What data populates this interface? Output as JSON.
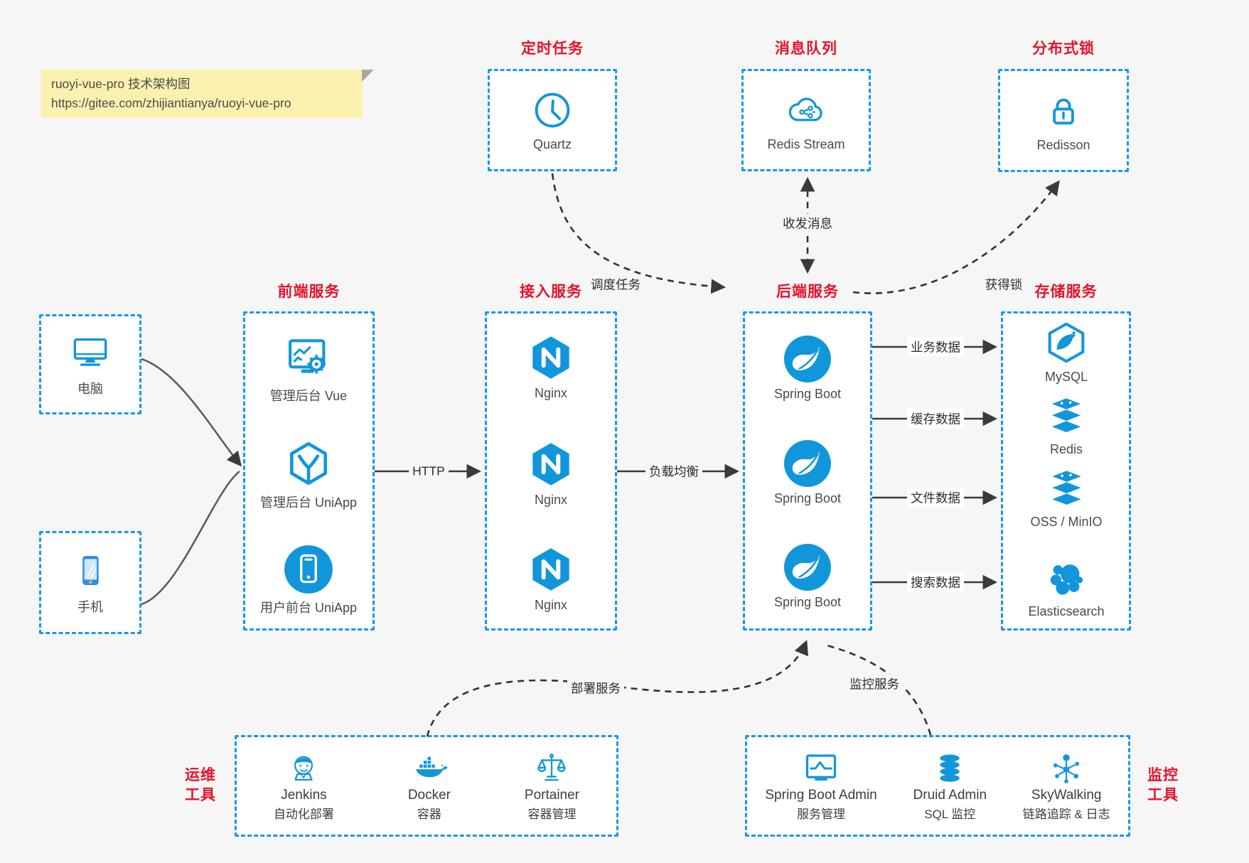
{
  "note": {
    "line1": "ruoyi-vue-pro 技术架构图",
    "line2": "https://gitee.com/zhijiantianya/ruoyi-vue-pro"
  },
  "top_services": [
    {
      "title": "定时任务",
      "icon": "clock-icon",
      "label": "Quartz"
    },
    {
      "title": "消息队列",
      "icon": "cloud-stream-icon",
      "label": "Redis Stream"
    },
    {
      "title": "分布式锁",
      "icon": "lock-icon",
      "label": "Redisson"
    }
  ],
  "clients": [
    {
      "icon": "desktop-icon",
      "label": "电脑"
    },
    {
      "icon": "smartphone-icon",
      "label": "手机"
    }
  ],
  "columns": [
    {
      "title": "前端服务",
      "items": [
        {
          "icon": "admin-vue-icon",
          "label": "管理后台 Vue"
        },
        {
          "icon": "uniapp-cube-icon",
          "label": "管理后台 UniApp"
        },
        {
          "icon": "uniapp-user-icon",
          "label": "用户前台 UniApp"
        }
      ]
    },
    {
      "title": "接入服务",
      "items": [
        {
          "icon": "nginx-icon",
          "label": "Nginx"
        },
        {
          "icon": "nginx-icon",
          "label": "Nginx"
        },
        {
          "icon": "nginx-icon",
          "label": "Nginx"
        }
      ]
    },
    {
      "title": "后端服务",
      "items": [
        {
          "icon": "spring-boot-icon",
          "label": "Spring Boot"
        },
        {
          "icon": "spring-boot-icon",
          "label": "Spring Boot"
        },
        {
          "icon": "spring-boot-icon",
          "label": "Spring Boot"
        }
      ]
    },
    {
      "title": "存储服务",
      "items": [
        {
          "icon": "mysql-icon",
          "label": "MySQL"
        },
        {
          "icon": "redis-stack-icon",
          "label": "Redis"
        },
        {
          "icon": "storage-stack-icon",
          "label": "OSS / MinIO"
        },
        {
          "icon": "elasticsearch-icon",
          "label": "Elasticsearch"
        }
      ]
    }
  ],
  "edges": {
    "http": "HTTP",
    "load_balance": "负载均衡",
    "business": "业务数据",
    "cache": "缓存数据",
    "file": "文件数据",
    "search": "搜索数据",
    "schedule": "调度任务",
    "message": "收发消息",
    "lock": "获得锁",
    "deploy": "部署服务",
    "monitor": "监控服务"
  },
  "tool_groups": [
    {
      "title_line1": "运维",
      "title_line2": "工具",
      "items": [
        {
          "icon": "jenkins-icon",
          "name": "Jenkins",
          "desc": "自动化部署"
        },
        {
          "icon": "docker-icon",
          "name": "Docker",
          "desc": "容器"
        },
        {
          "icon": "portainer-icon",
          "name": "Portainer",
          "desc": "容器管理"
        }
      ]
    },
    {
      "title_line1": "监控",
      "title_line2": "工具",
      "items": [
        {
          "icon": "spring-boot-admin-icon",
          "name": "Spring Boot Admin",
          "desc": "服务管理"
        },
        {
          "icon": "druid-db-icon",
          "name": "Druid Admin",
          "desc": "SQL 监控"
        },
        {
          "icon": "skywalking-icon",
          "name": "SkyWalking",
          "desc": "链路追踪 & 日志"
        }
      ]
    }
  ],
  "colors": {
    "accent_blue": "#1296db",
    "dashed_border_blue": "#1698e9",
    "title_red": "#e8112a",
    "arrow_dark": "#3a3a3a",
    "note_yellow": "#faf1ae",
    "page_background": "#f6f6f6"
  }
}
